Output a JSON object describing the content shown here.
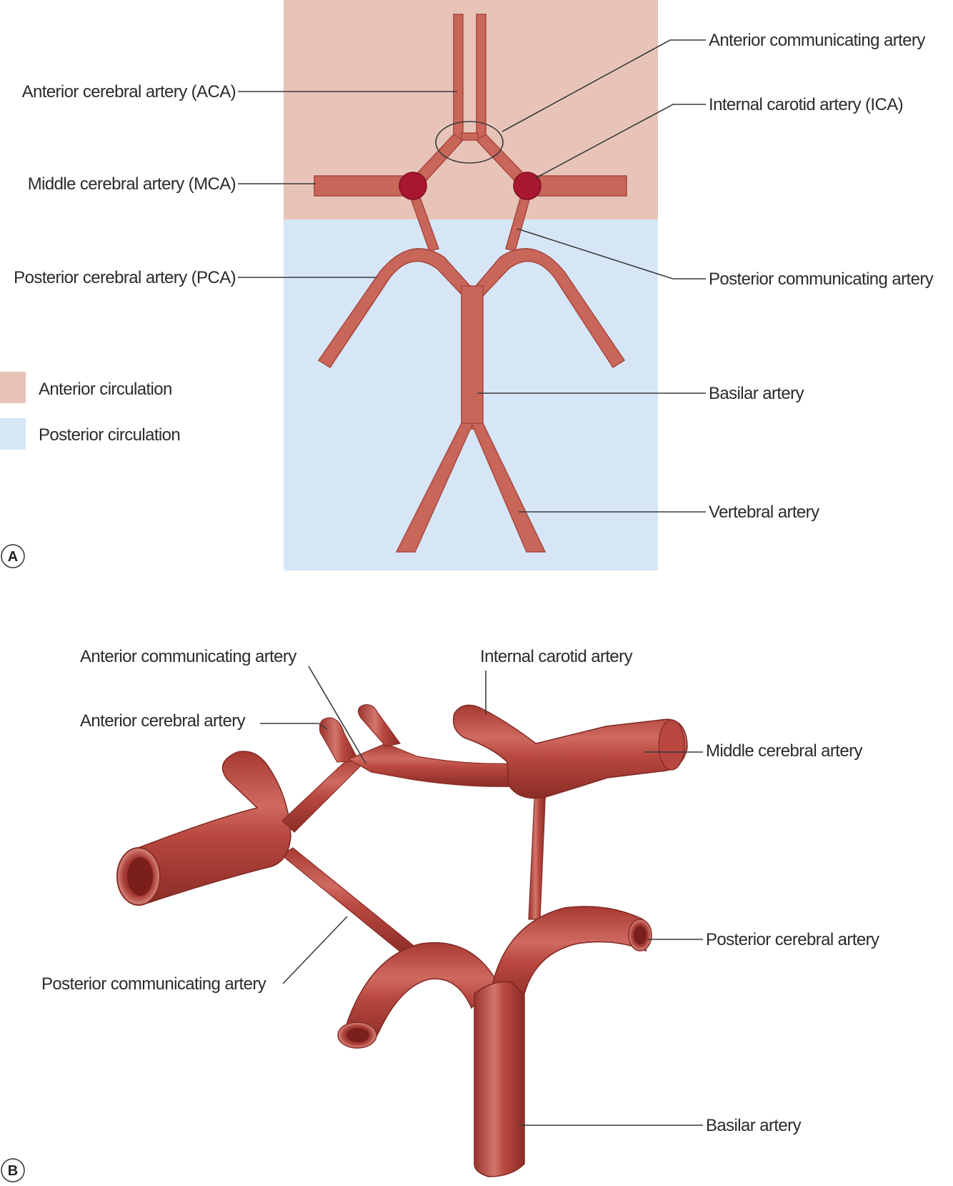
{
  "panel_a": {
    "letter": "A",
    "labels": {
      "aca": "Anterior cerebral artery (ACA)",
      "mca": "Middle cerebral artery (MCA)",
      "pca": "Posterior cerebral artery (PCA)",
      "acomm": "Anterior communicating artery",
      "ica": "Internal carotid artery (ICA)",
      "pcomm": "Posterior communicating artery",
      "basilar": "Basilar artery",
      "vertebral": "Vertebral artery"
    },
    "legend": {
      "anterior": "Anterior circulation",
      "posterior": "Posterior circulation"
    }
  },
  "panel_b": {
    "letter": "B",
    "labels": {
      "acomm": "Anterior communicating artery",
      "aca": "Anterior cerebral artery",
      "ica": "Internal carotid artery",
      "mca": "Middle cerebral artery",
      "pca": "Posterior cerebral artery",
      "pcomm": "Posterior communicating artery",
      "basilar": "Basilar artery"
    }
  },
  "colors": {
    "anterior_region": "#e8c4b8",
    "posterior_region": "#d6e6f7",
    "artery": "#c9665a",
    "artery_edge": "#a8473e",
    "node": "#a8172f",
    "artery_3d": "#b8483f",
    "artery_3d_dark": "#8e2f29",
    "artery_3d_light": "#d8847a"
  }
}
